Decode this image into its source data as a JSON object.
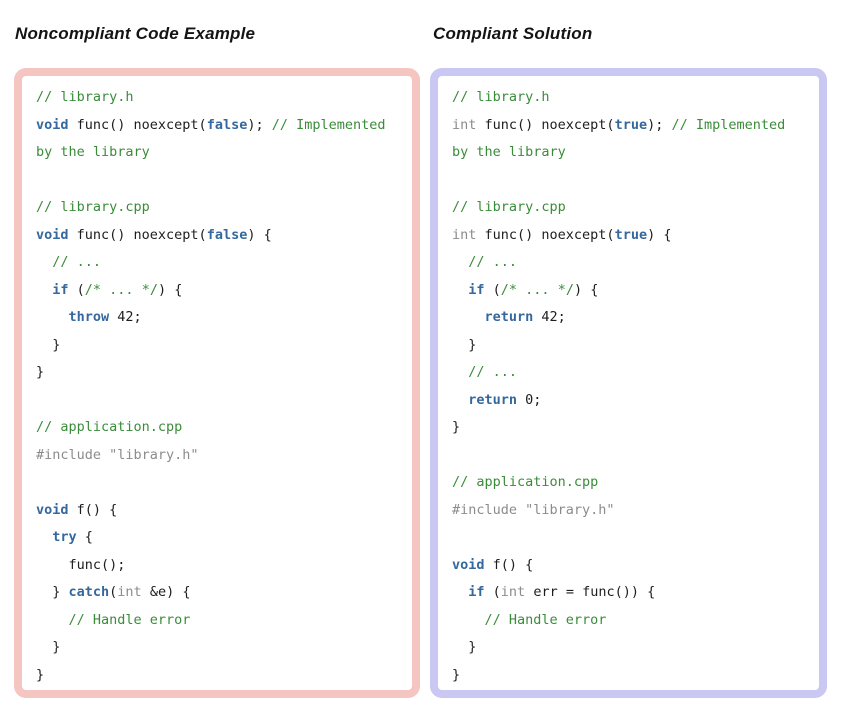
{
  "colors": {
    "comment": "#3a8c3a",
    "keyword": "#34689e",
    "type": "#8c8c8c",
    "preproc": "#8c8c8c",
    "plain": "#1d1d1d",
    "noncompliant_border": "#f4c5c1",
    "compliant_border": "#cac7f3",
    "panel_bg": "#ffffff",
    "page_bg": "#ffffff"
  },
  "panels": [
    {
      "id": "noncompliant",
      "title": "Noncompliant Code Example",
      "border_color": "#f4c5c1",
      "lines": [
        [
          {
            "t": "// library.h",
            "s": "comment"
          }
        ],
        [
          {
            "t": "void",
            "s": "keyword"
          },
          {
            "t": " func() noexcept(",
            "s": "plain"
          },
          {
            "t": "false",
            "s": "keyword"
          },
          {
            "t": "); ",
            "s": "plain"
          },
          {
            "t": "// Implemented",
            "s": "comment"
          }
        ],
        [
          {
            "t": "by the library",
            "s": "comment"
          }
        ],
        [],
        [
          {
            "t": "// library.cpp",
            "s": "comment"
          }
        ],
        [
          {
            "t": "void",
            "s": "keyword"
          },
          {
            "t": " func() noexcept(",
            "s": "plain"
          },
          {
            "t": "false",
            "s": "keyword"
          },
          {
            "t": ") {",
            "s": "plain"
          }
        ],
        [
          {
            "t": "  ",
            "s": "plain"
          },
          {
            "t": "// ...",
            "s": "comment"
          }
        ],
        [
          {
            "t": "  ",
            "s": "plain"
          },
          {
            "t": "if",
            "s": "keyword"
          },
          {
            "t": " (",
            "s": "plain"
          },
          {
            "t": "/* ... */",
            "s": "comment"
          },
          {
            "t": ") {",
            "s": "plain"
          }
        ],
        [
          {
            "t": "    ",
            "s": "plain"
          },
          {
            "t": "throw",
            "s": "keyword"
          },
          {
            "t": " 42;",
            "s": "plain"
          }
        ],
        [
          {
            "t": "  }",
            "s": "plain"
          }
        ],
        [
          {
            "t": "}",
            "s": "plain"
          }
        ],
        [],
        [
          {
            "t": "// application.cpp",
            "s": "comment"
          }
        ],
        [
          {
            "t": "#include \"library.h\"",
            "s": "preproc"
          }
        ],
        [],
        [
          {
            "t": "void",
            "s": "keyword"
          },
          {
            "t": " f() {",
            "s": "plain"
          }
        ],
        [
          {
            "t": "  ",
            "s": "plain"
          },
          {
            "t": "try",
            "s": "keyword"
          },
          {
            "t": " {",
            "s": "plain"
          }
        ],
        [
          {
            "t": "    func();",
            "s": "plain"
          }
        ],
        [
          {
            "t": "  } ",
            "s": "plain"
          },
          {
            "t": "catch",
            "s": "keyword"
          },
          {
            "t": "(",
            "s": "plain"
          },
          {
            "t": "int",
            "s": "type"
          },
          {
            "t": " &e) {",
            "s": "plain"
          }
        ],
        [
          {
            "t": "    ",
            "s": "plain"
          },
          {
            "t": "// Handle error",
            "s": "comment"
          }
        ],
        [
          {
            "t": "  }",
            "s": "plain"
          }
        ],
        [
          {
            "t": "}",
            "s": "plain"
          }
        ]
      ]
    },
    {
      "id": "compliant",
      "title": "Compliant Solution",
      "border_color": "#cac7f3",
      "lines": [
        [
          {
            "t": "// library.h",
            "s": "comment"
          }
        ],
        [
          {
            "t": "int",
            "s": "type"
          },
          {
            "t": " func() noexcept(",
            "s": "plain"
          },
          {
            "t": "true",
            "s": "keyword"
          },
          {
            "t": "); ",
            "s": "plain"
          },
          {
            "t": "// Implemented",
            "s": "comment"
          }
        ],
        [
          {
            "t": "by the library",
            "s": "comment"
          }
        ],
        [],
        [
          {
            "t": "// library.cpp",
            "s": "comment"
          }
        ],
        [
          {
            "t": "int",
            "s": "type"
          },
          {
            "t": " func() noexcept(",
            "s": "plain"
          },
          {
            "t": "true",
            "s": "keyword"
          },
          {
            "t": ") {",
            "s": "plain"
          }
        ],
        [
          {
            "t": "  ",
            "s": "plain"
          },
          {
            "t": "// ...",
            "s": "comment"
          }
        ],
        [
          {
            "t": "  ",
            "s": "plain"
          },
          {
            "t": "if",
            "s": "keyword"
          },
          {
            "t": " (",
            "s": "plain"
          },
          {
            "t": "/* ... */",
            "s": "comment"
          },
          {
            "t": ") {",
            "s": "plain"
          }
        ],
        [
          {
            "t": "    ",
            "s": "plain"
          },
          {
            "t": "return",
            "s": "keyword"
          },
          {
            "t": " 42;",
            "s": "plain"
          }
        ],
        [
          {
            "t": "  }",
            "s": "plain"
          }
        ],
        [
          {
            "t": "  ",
            "s": "plain"
          },
          {
            "t": "// ...",
            "s": "comment"
          }
        ],
        [
          {
            "t": "  ",
            "s": "plain"
          },
          {
            "t": "return",
            "s": "keyword"
          },
          {
            "t": " 0;",
            "s": "plain"
          }
        ],
        [
          {
            "t": "}",
            "s": "plain"
          }
        ],
        [],
        [
          {
            "t": "// application.cpp",
            "s": "comment"
          }
        ],
        [
          {
            "t": "#include \"library.h\"",
            "s": "preproc"
          }
        ],
        [],
        [
          {
            "t": "void",
            "s": "keyword"
          },
          {
            "t": " f() {",
            "s": "plain"
          }
        ],
        [
          {
            "t": "  ",
            "s": "plain"
          },
          {
            "t": "if",
            "s": "keyword"
          },
          {
            "t": " (",
            "s": "plain"
          },
          {
            "t": "int",
            "s": "type"
          },
          {
            "t": " err = func()) {",
            "s": "plain"
          }
        ],
        [
          {
            "t": "    ",
            "s": "plain"
          },
          {
            "t": "// Handle error",
            "s": "comment"
          }
        ],
        [
          {
            "t": "  }",
            "s": "plain"
          }
        ],
        [
          {
            "t": "}",
            "s": "plain"
          }
        ]
      ]
    }
  ]
}
